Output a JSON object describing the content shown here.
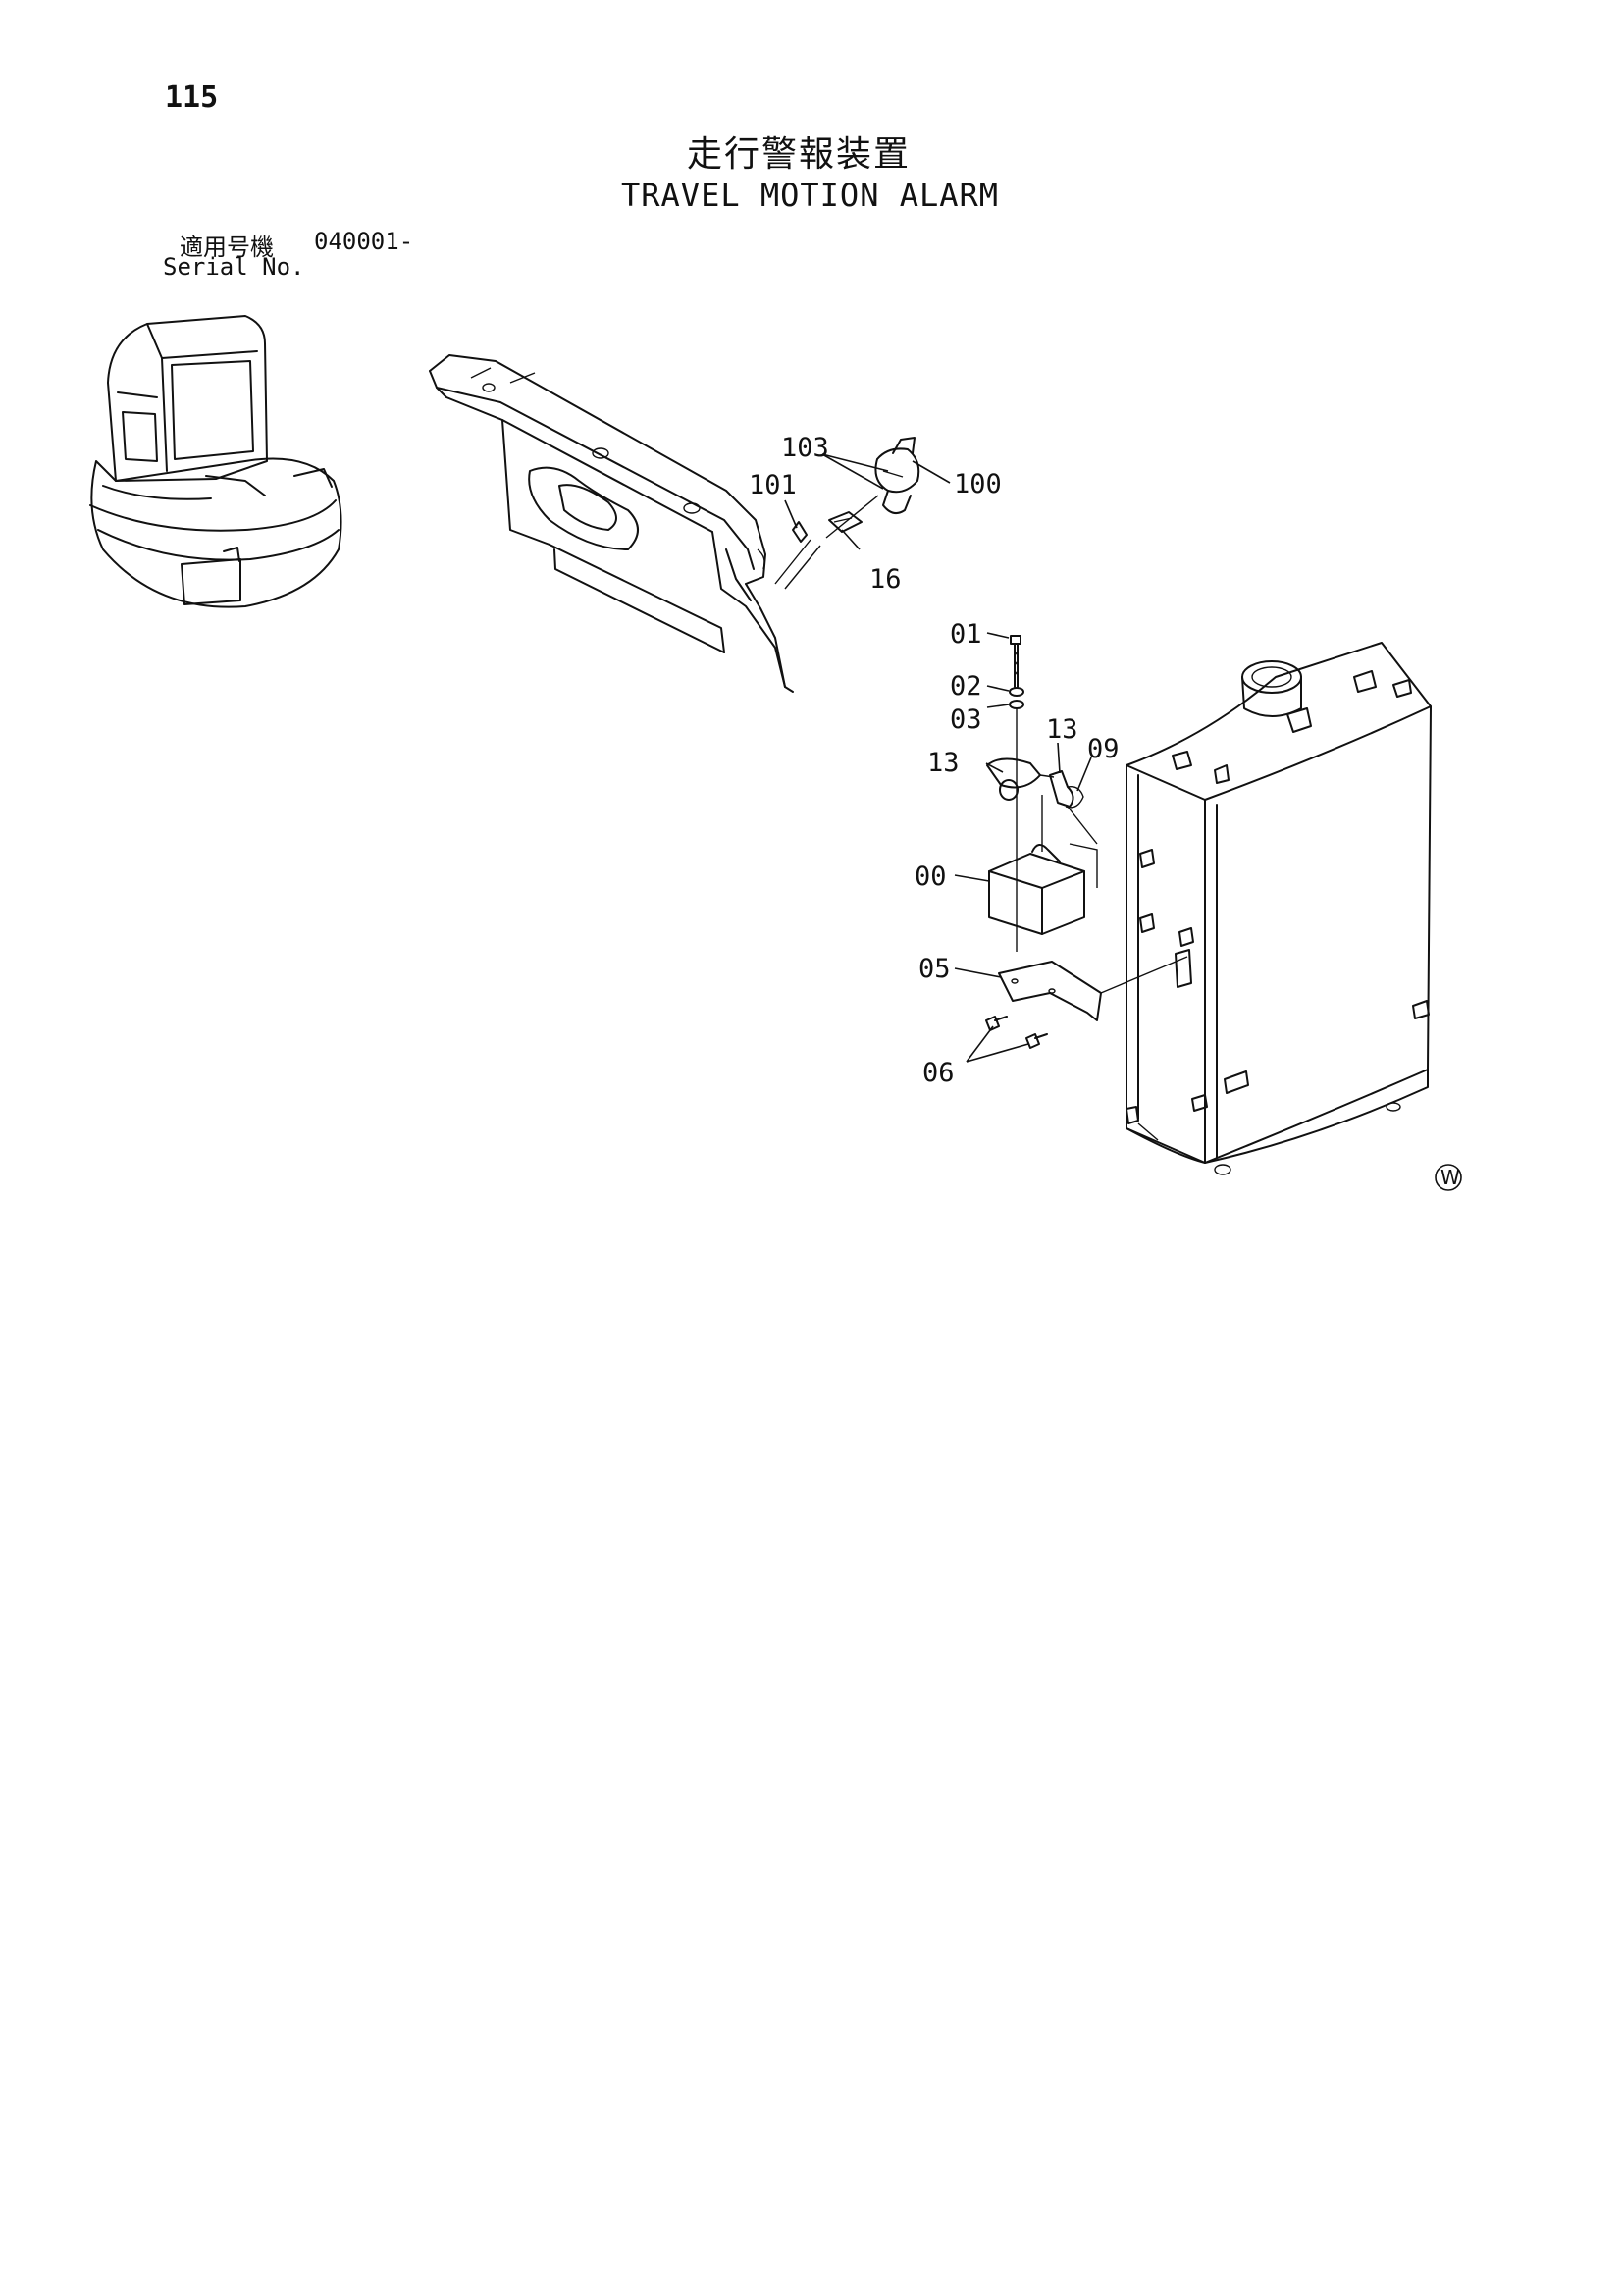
{
  "header": {
    "page_number": "115",
    "title_ja": "走行警報装置",
    "title_en": "TRAVEL MOTION ALARM",
    "serial_label_ja": "適用号機",
    "serial_value": "040001-",
    "serial_label_en": "Serial No."
  },
  "callouts": {
    "c103": "103",
    "c101": "101",
    "c100": "100",
    "c16": "16",
    "c01": "01",
    "c02": "02",
    "c03": "03",
    "c13a": "13",
    "c13b": "13",
    "c09": "09",
    "c00": "00",
    "c05": "05",
    "c06": "06"
  },
  "watermark": "W"
}
